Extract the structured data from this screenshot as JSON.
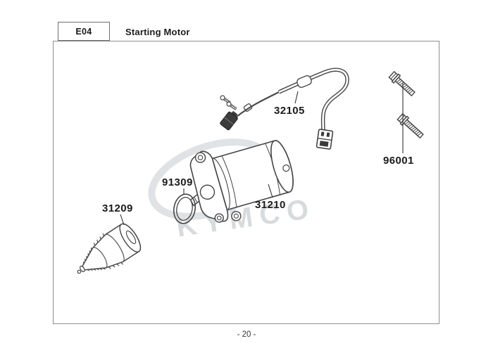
{
  "header": {
    "code": "E04",
    "title": "Starting Motor"
  },
  "footer": {
    "page_number": "- 20 -"
  },
  "watermark": {
    "text": "KYMCO"
  },
  "parts": {
    "harness": {
      "label": "32105"
    },
    "bolts": {
      "label": "96001"
    },
    "motor": {
      "label": "31210"
    },
    "o_ring": {
      "label": "91309"
    },
    "gear": {
      "label": "31209"
    }
  },
  "colors": {
    "drawing_line": "#454545",
    "panel_border": "#8e8e8e",
    "watermark": "#dadde0",
    "label_text": "#1b1b1b"
  }
}
